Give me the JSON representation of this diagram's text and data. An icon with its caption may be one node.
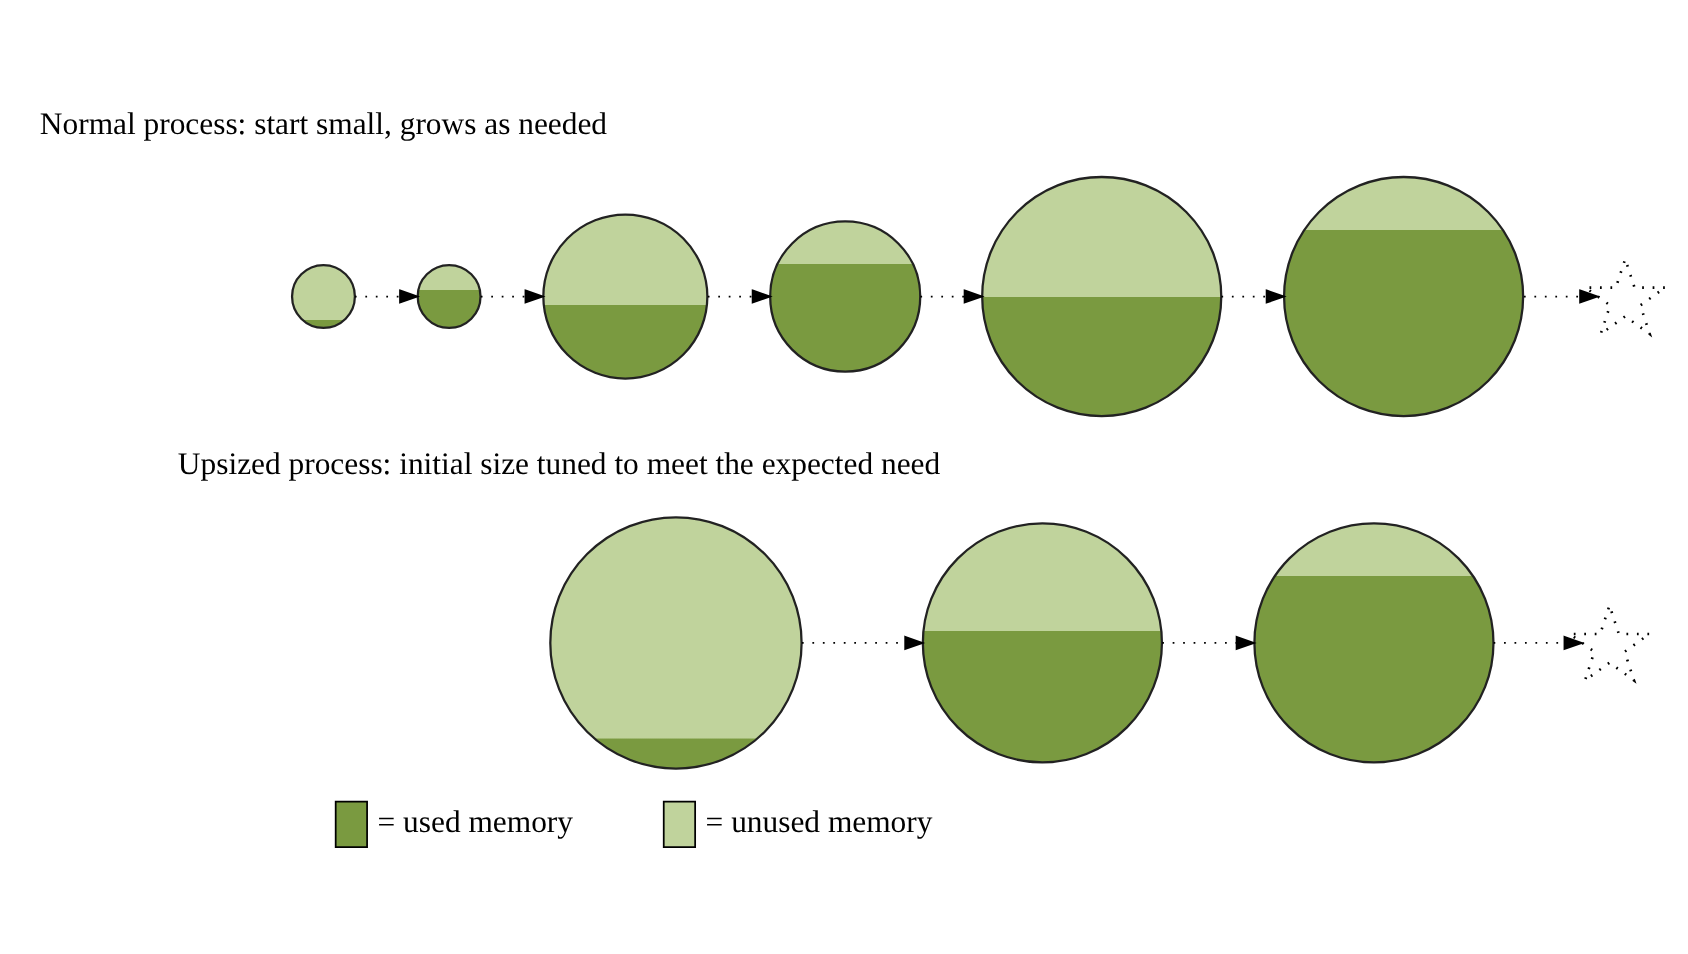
{
  "diagram": {
    "nodes": [
      {
        "text": [],
        "shape": "circle"
      },
      {
        "text": [],
        "shape": "circle"
      },
      {
        "text": [],
        "shape": "circle"
      },
      {
        "text": [],
        "shape": "circle"
      },
      {
        "text": [],
        "shape": "circle"
      },
      {
        "text": [],
        "shape": "circle"
      },
      {
        "text": [],
        "shape": "star"
      },
      {
        "text": [],
        "shape": "circle"
      },
      {
        "text": [],
        "shape": "circle"
      },
      {
        "text": [],
        "shape": "circle"
      },
      {
        "text": [],
        "shape": "star"
      }
    ],
    "edges": [
      {
        "from": 0,
        "to": 1,
        "arrow": "to"
      },
      {
        "from": 1,
        "to": 2,
        "arrow": "to"
      },
      {
        "from": 2,
        "to": 3,
        "arrow": "to"
      },
      {
        "from": 3,
        "to": 4,
        "arrow": "to"
      },
      {
        "from": 4,
        "to": 5,
        "arrow": "to"
      },
      {
        "from": 5,
        "to": 6,
        "arrow": "to"
      },
      {
        "from": 7,
        "to": 8,
        "arrow": "to"
      },
      {
        "from": 8,
        "to": 9,
        "arrow": "to"
      },
      {
        "from": 9,
        "to": 10,
        "arrow": "to"
      }
    ],
    "labels": [
      "Normal process: start small, grows as needed",
      "Upsized process: initial size tuned to meet the expected need"
    ],
    "legend": [
      {
        "text": "= used memory",
        "color": "#7a9a40"
      },
      {
        "text": "= unused memory",
        "color": "#c0d39c"
      }
    ]
  }
}
